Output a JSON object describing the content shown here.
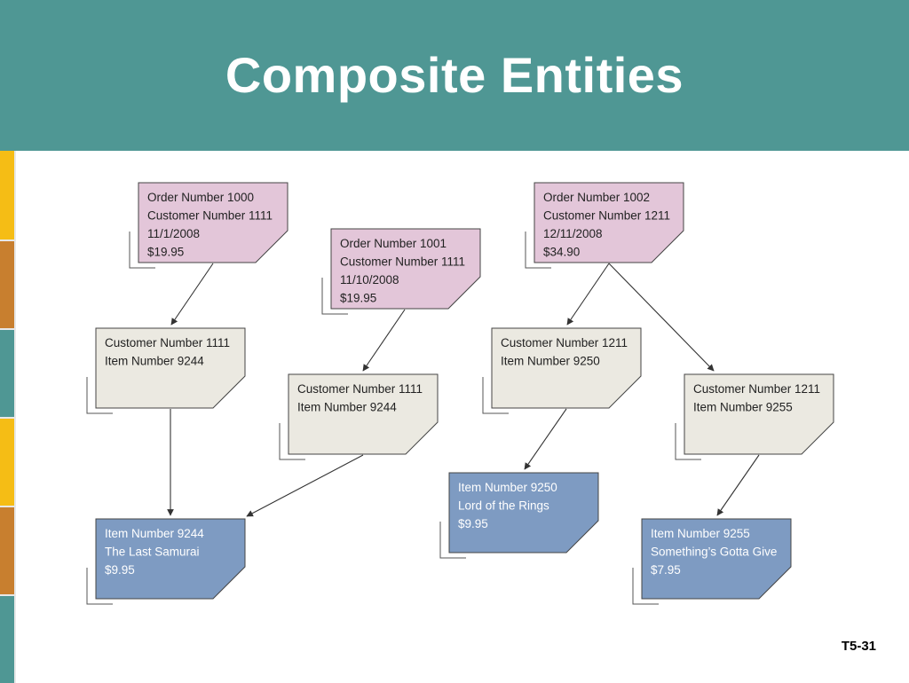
{
  "slide": {
    "title": "Composite Entities",
    "page_number": "T5-31"
  },
  "colors": {
    "header": "#4f9794",
    "sidebar": [
      "#f5bd15",
      "#c87f2f",
      "#4f9794",
      "#f5bd15",
      "#c87f2f",
      "#4f9794"
    ],
    "order": "#e3c6d9",
    "link": "#ebe9e1",
    "item": "#7e9bc2"
  },
  "diagram": {
    "nodes": [
      {
        "id": "order-1000",
        "kind": "order",
        "lines": [
          "Order Number 1000",
          "Customer Number 1111",
          "11/1/2008",
          "$19.95"
        ]
      },
      {
        "id": "order-1001",
        "kind": "order",
        "lines": [
          "Order Number 1001",
          "Customer Number 1111",
          "11/10/2008",
          "$19.95"
        ]
      },
      {
        "id": "order-1002",
        "kind": "order",
        "lines": [
          "Order Number 1002",
          "Customer Number 1211",
          "12/11/2008",
          "$34.90"
        ]
      },
      {
        "id": "link-1111-9244-a",
        "kind": "link",
        "lines": [
          "Customer Number 1111",
          "Item Number 9244"
        ]
      },
      {
        "id": "link-1111-9244-b",
        "kind": "link",
        "lines": [
          "Customer Number 1111",
          "Item Number 9244"
        ]
      },
      {
        "id": "link-1211-9250",
        "kind": "link",
        "lines": [
          "Customer Number 1211",
          "Item Number 9250"
        ]
      },
      {
        "id": "link-1211-9255",
        "kind": "link",
        "lines": [
          "Customer Number 1211",
          "Item Number 9255"
        ]
      },
      {
        "id": "item-9244",
        "kind": "item",
        "lines": [
          "Item Number 9244",
          "The Last Samurai",
          "$9.95"
        ]
      },
      {
        "id": "item-9250",
        "kind": "item",
        "lines": [
          "Item Number 9250",
          "Lord of the Rings",
          "$9.95"
        ]
      },
      {
        "id": "item-9255",
        "kind": "item",
        "lines": [
          "Item Number 9255",
          "Something’s Gotta Give",
          "$7.95"
        ]
      }
    ],
    "edges": [
      {
        "from": "order-1000",
        "to": "link-1111-9244-a"
      },
      {
        "from": "order-1001",
        "to": "link-1111-9244-b"
      },
      {
        "from": "order-1002",
        "to": "link-1211-9250"
      },
      {
        "from": "order-1002",
        "to": "link-1211-9255"
      },
      {
        "from": "link-1111-9244-a",
        "to": "item-9244"
      },
      {
        "from": "link-1111-9244-b",
        "to": "item-9244"
      },
      {
        "from": "link-1211-9250",
        "to": "item-9250"
      },
      {
        "from": "link-1211-9255",
        "to": "item-9255"
      }
    ]
  }
}
